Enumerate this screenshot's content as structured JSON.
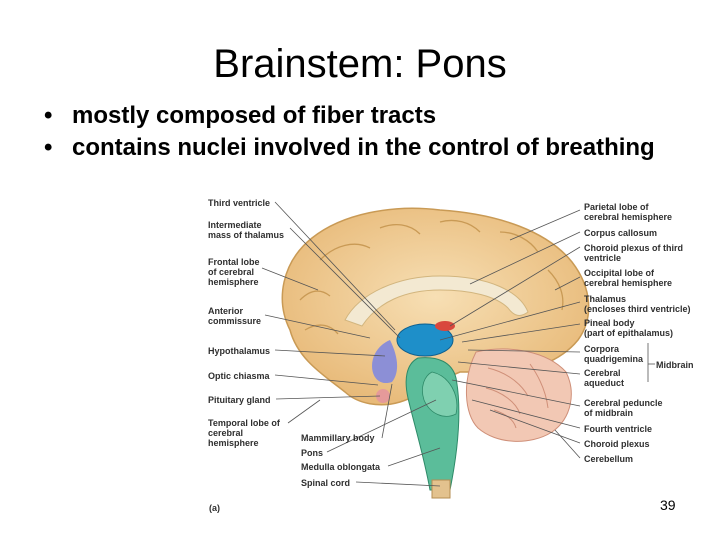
{
  "slide": {
    "title": "Brainstem: Pons",
    "bullets": [
      "mostly composed of fiber tracts",
      "contains nuclei involved in the control of breathing"
    ],
    "page_number": "39"
  },
  "figure": {
    "panel_label": "(a)",
    "left_labels": {
      "third_ventricle": "Third ventricle",
      "intermediate_mass_1": "Intermediate",
      "intermediate_mass_2": "mass of thalamus",
      "frontal_lobe_1": "Frontal lobe",
      "frontal_lobe_2": "of cerebral",
      "frontal_lobe_3": "hemisphere",
      "anterior_commissure_1": "Anterior",
      "anterior_commissure_2": "commissure",
      "hypothalamus": "Hypothalamus",
      "optic_chiasma": "Optic chiasma",
      "pituitary_gland": "Pituitary gland",
      "temporal_lobe_1": "Temporal lobe of",
      "temporal_lobe_2": "cerebral",
      "temporal_lobe_3": "hemisphere"
    },
    "bottom_labels": {
      "mammillary_body": "Mammillary body",
      "pons": "Pons",
      "medulla_oblongata": "Medulla oblongata",
      "spinal_cord": "Spinal cord"
    },
    "right_labels": {
      "parietal_lobe_1": "Parietal lobe of",
      "parietal_lobe_2": "cerebral hemisphere",
      "corpus_callosum": "Corpus callosum",
      "choroid_plexus_third_1": "Choroid plexus of third",
      "choroid_plexus_third_2": "ventricle",
      "occipital_lobe_1": "Occipital lobe of",
      "occipital_lobe_2": "cerebral hemisphere",
      "thalamus_1": "Thalamus",
      "thalamus_2": "(encloses third ventricle)",
      "pineal_body_1": "Pineal body",
      "pineal_body_2": "(part of epithalamus)",
      "corpora_quadrigemina_1": "Corpora",
      "corpora_quadrigemina_2": "quadrigemina",
      "cerebral_aqueduct_1": "Cerebral",
      "cerebral_aqueduct_2": "aqueduct",
      "midbrain": "Midbrain",
      "cerebral_peduncle_1": "Cerebral peduncle",
      "cerebral_peduncle_2": "of midbrain",
      "fourth_ventricle": "Fourth ventricle",
      "choroid_plexus": "Choroid plexus",
      "cerebellum": "Cerebellum"
    }
  }
}
